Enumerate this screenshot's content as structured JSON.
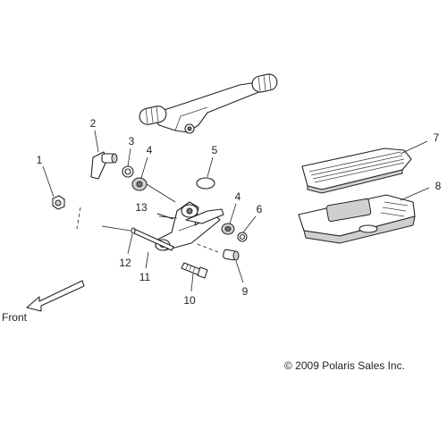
{
  "callouts": [
    "1",
    "2",
    "3",
    "4",
    "5",
    "4",
    "6",
    "7",
    "8",
    "13",
    "12",
    "11",
    "10",
    "9"
  ],
  "front_label": "Front",
  "copyright": "© 2009 Polaris Sales Inc."
}
